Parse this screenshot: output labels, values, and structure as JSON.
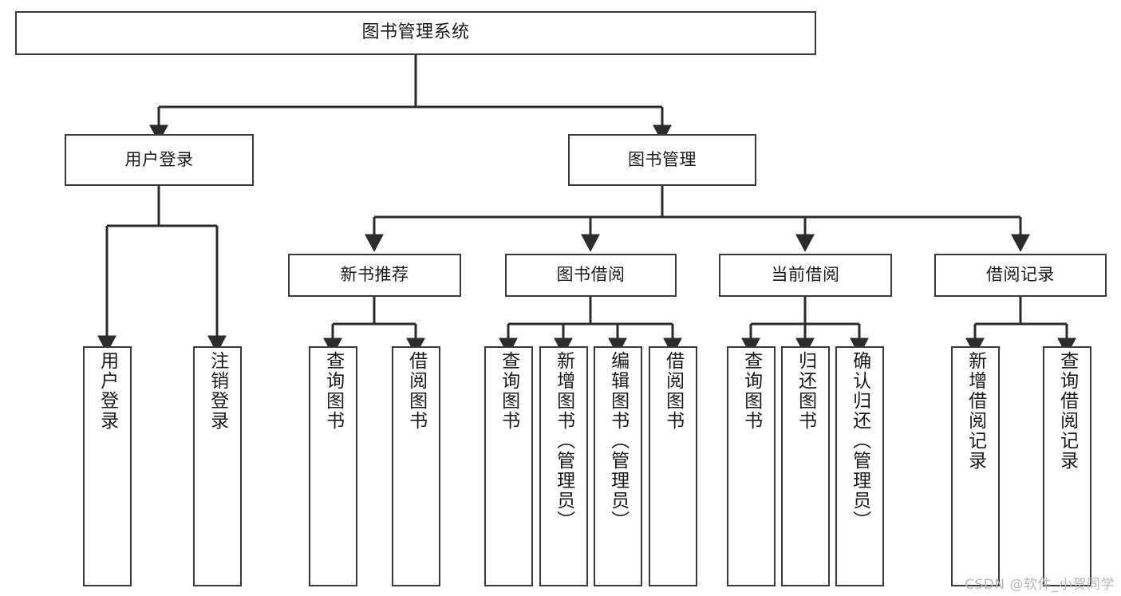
{
  "diagram": {
    "title": "图书管理系统",
    "type": "tree-hierarchy",
    "watermark": "CSDN @软件_小贺同学",
    "colors": {
      "background": "#ffffff",
      "node_border": "#3a3a3a",
      "node_fill": "#ffffff",
      "edge": "#2b2b2b",
      "text": "#1a1a1a",
      "watermark": "#b9b9b9"
    },
    "nodes": {
      "root": {
        "label": "图书管理系统"
      },
      "level2": [
        {
          "id": "user-login",
          "label": "用户登录"
        },
        {
          "id": "book-manage",
          "label": "图书管理"
        }
      ],
      "level3": [
        {
          "id": "new-book-rec",
          "label": "新书推荐"
        },
        {
          "id": "book-borrow",
          "label": "图书借阅"
        },
        {
          "id": "current-borrow",
          "label": "当前借阅"
        },
        {
          "id": "borrow-record",
          "label": "借阅记录"
        }
      ],
      "leaves": {
        "user-login": [
          {
            "id": "leaf-user-login",
            "label": "用户登录"
          },
          {
            "id": "leaf-logout",
            "label": "注销登录"
          }
        ],
        "new-book-rec": [
          {
            "id": "leaf-query-book-1",
            "label": "查询图书"
          },
          {
            "id": "leaf-borrow-book-1",
            "label": "借阅图书"
          }
        ],
        "book-borrow": [
          {
            "id": "leaf-query-book-2",
            "label": "查询图书"
          },
          {
            "id": "leaf-add-book",
            "label": "新增图书（管理员）"
          },
          {
            "id": "leaf-edit-book",
            "label": "编辑图书（管理员）"
          },
          {
            "id": "leaf-borrow-book-2",
            "label": "借阅图书"
          }
        ],
        "current-borrow": [
          {
            "id": "leaf-query-book-3",
            "label": "查询图书"
          },
          {
            "id": "leaf-return-book",
            "label": "归还图书"
          },
          {
            "id": "leaf-confirm-return",
            "label": "确认归还（管理员）"
          }
        ],
        "borrow-record": [
          {
            "id": "leaf-add-record",
            "label": "新增借阅记录"
          },
          {
            "id": "leaf-query-record",
            "label": "查询借阅记录"
          }
        ]
      }
    }
  }
}
